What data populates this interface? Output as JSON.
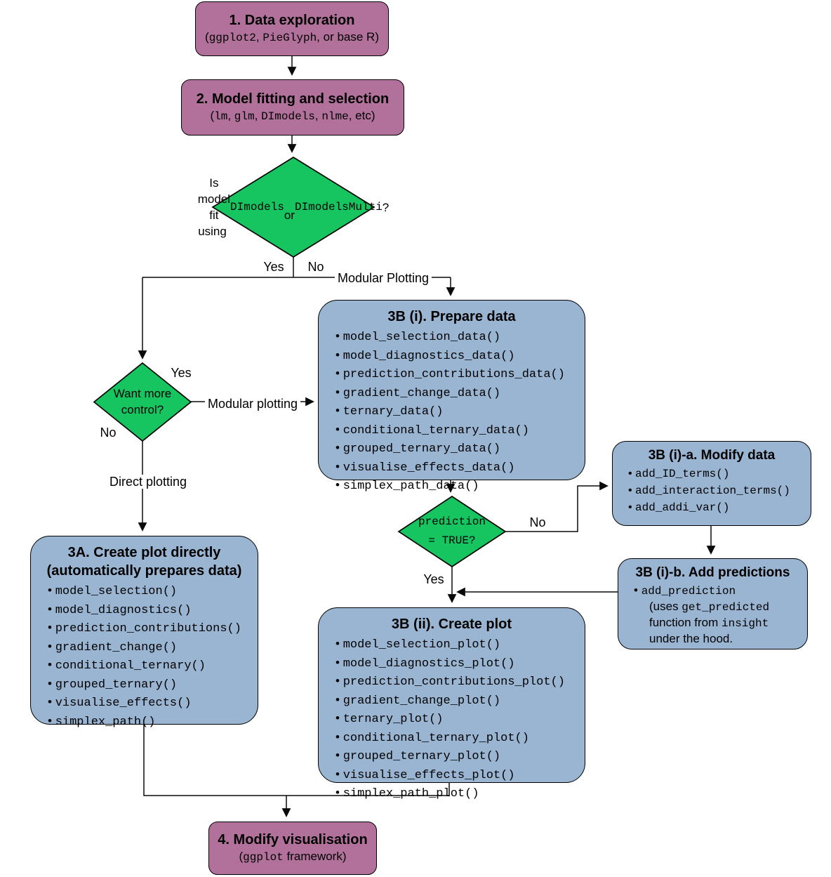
{
  "colors": {
    "purple": "#b1719b",
    "green": "#16c55f",
    "blue": "#9ab5d2",
    "border": "#000000",
    "line": "#0a0a0a"
  },
  "nodes": {
    "step1": {
      "title": "1. Data exploration",
      "subtitle": [
        {
          "t": "("
        },
        {
          "t": "ggplot2",
          "code": true
        },
        {
          "t": ", "
        },
        {
          "t": "PieGlyph",
          "code": true
        },
        {
          "t": ", or base R)"
        }
      ]
    },
    "step2": {
      "title": "2. Model fitting and selection",
      "subtitle": [
        {
          "t": "("
        },
        {
          "t": "lm",
          "code": true
        },
        {
          "t": ", "
        },
        {
          "t": "glm",
          "code": true
        },
        {
          "t": ", "
        },
        {
          "t": "DImodels",
          "code": true
        },
        {
          "t": ", "
        },
        {
          "t": "nlme",
          "code": true
        },
        {
          "t": ", etc)"
        }
      ]
    },
    "decision_model": {
      "text": [
        {
          "t": "Is model fit\nusing "
        },
        {
          "t": "DImodels",
          "code": true
        },
        {
          "t": " or\n"
        },
        {
          "t": "DImodelsMulti",
          "code": true
        },
        {
          "t": "?"
        }
      ]
    },
    "decision_control": {
      "text": "Want more\ncontrol?"
    },
    "node3a": {
      "title": "3A. Create plot directly\n(automatically prepares data)",
      "items": [
        "model_selection()",
        "model_diagnostics()",
        "prediction_contributions()",
        "gradient_change()",
        "conditional_ternary()",
        "grouped_ternary()",
        "visualise_effects()",
        "simplex_path()"
      ]
    },
    "node3bi": {
      "title": "3B (i). Prepare data",
      "items": [
        "model_selection_data()",
        "model_diagnostics_data()",
        "prediction_contributions_data()",
        "gradient_change_data()",
        "ternary_data()",
        "conditional_ternary_data()",
        "grouped_ternary_data()",
        "visualise_effects_data()",
        "simplex_path_data()"
      ]
    },
    "decision_prediction": {
      "text": "prediction\n= TRUE?"
    },
    "node3bia": {
      "title": "3B (i)-a. Modify data",
      "items": [
        "add_ID_terms()",
        "add_interaction_terms()",
        "add_addi_var()"
      ]
    },
    "node3bib": {
      "title": "3B (i)-b. Add predictions",
      "item": [
        {
          "t": "add_prediction",
          "code": true
        },
        {
          "t": "\n(uses "
        },
        {
          "t": "get_predicted",
          "code": true
        },
        {
          "t": "\nfunction from "
        },
        {
          "t": "insight",
          "code": true
        },
        {
          "t": "\nunder the hood."
        }
      ]
    },
    "node3bii": {
      "title": "3B (ii). Create plot",
      "items": [
        "model_selection_plot()",
        "model_diagnostics_plot()",
        "prediction_contributions_plot()",
        "gradient_change_plot()",
        "ternary_plot()",
        "conditional_ternary_plot()",
        "grouped_ternary_plot()",
        "visualise_effects_plot()",
        "simplex_path_plot()"
      ]
    },
    "step4": {
      "title": "4. Modify visualisation",
      "subtitle": [
        {
          "t": "("
        },
        {
          "t": "ggplot",
          "code": true
        },
        {
          "t": " framework)"
        }
      ]
    }
  },
  "edge_labels": {
    "yes1": "Yes",
    "no1": "No",
    "modular_top": "Modular Plotting",
    "yes2": "Yes",
    "modular_mid": "Modular plotting",
    "no2": "No",
    "direct": "Direct plotting",
    "no3": "No",
    "yes3": "Yes"
  }
}
